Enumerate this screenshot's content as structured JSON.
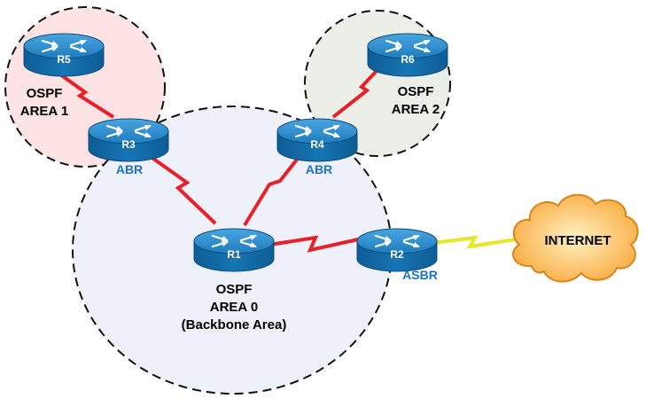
{
  "areas": {
    "area1": {
      "lines": [
        "OSPF",
        "AREA 1"
      ],
      "fill": "#fde3e3"
    },
    "area2": {
      "lines": [
        "OSPF",
        "AREA 2"
      ],
      "fill": "#eceee8"
    },
    "area0": {
      "lines": [
        "OSPF",
        "AREA 0",
        "(Backbone Area)"
      ],
      "fill": "#eef1f9"
    }
  },
  "routers": {
    "r1": {
      "name": "R1"
    },
    "r2": {
      "name": "R2",
      "role": "ASBR"
    },
    "r3": {
      "name": "R3",
      "role": "ABR"
    },
    "r4": {
      "name": "R4",
      "role": "ABR"
    },
    "r5": {
      "name": "R5"
    },
    "r6": {
      "name": "R6"
    }
  },
  "cloud": {
    "label": "INTERNET"
  },
  "colors": {
    "router_top": "#2a8ccc",
    "router_body": "#1470ad",
    "router_edge": "#0b4d7d",
    "role_text": "#1a73c5",
    "serial_link": "#e8202a",
    "internet_link": "#e6e62a",
    "cloud_fill": "#fbb040",
    "cloud_edge": "#d8861a"
  },
  "links": [
    "R5-R3",
    "R6-R4",
    "R3-R1",
    "R4-R1",
    "R1-R2",
    "R2-INTERNET"
  ]
}
